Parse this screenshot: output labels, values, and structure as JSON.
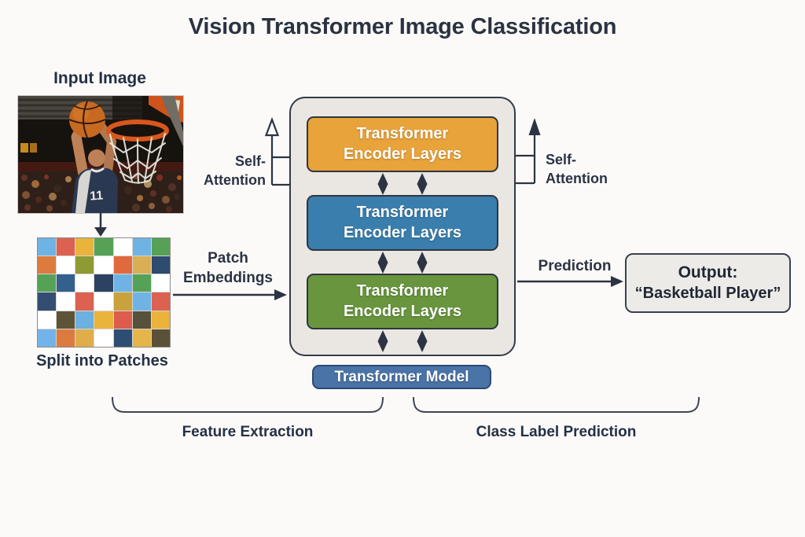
{
  "title": "Vision Transformer Image Classification",
  "input_image": {
    "label": "Input Image",
    "description": "basketball player dunking into hoop",
    "jersey_number": "11"
  },
  "patches": {
    "label": "Split into Patches",
    "grid_rows": [
      [
        "#6fb3e4",
        "#dd6150",
        "#e9b33c",
        "#55a257",
        "#ffffff",
        "#6fb3e4",
        "#55a257"
      ],
      [
        "#dd7b3e",
        "#ffffff",
        "#8f9a33",
        "#ffffff",
        "#e06a3e",
        "#d9ae55",
        "#2e4b70"
      ],
      [
        "#55a257",
        "#33618e",
        "#ffffff",
        "#2b4263",
        "#6fb3e4",
        "#55a257",
        "#ffffff"
      ],
      [
        "#344d73",
        "#ffffff",
        "#dd6150",
        "#ffffff",
        "#c9a23c",
        "#6fb3e4",
        "#dd6150"
      ],
      [
        "#ffffff",
        "#5c5339",
        "#6bb0de",
        "#e9b33c",
        "#dd5c4b",
        "#57503a",
        "#e9b33c"
      ],
      [
        "#74b3ea",
        "#dd7a3e",
        "#dfad4a",
        "#ffffff",
        "#2e4d73",
        "#e6b54a",
        "#5a5138"
      ]
    ]
  },
  "flow_labels": {
    "patch_embeddings": "Patch\nEmbeddings",
    "self_attention_left": "Self-\nAttention",
    "self_attention_right": "Self-\nAttention",
    "prediction": "Prediction"
  },
  "model": {
    "label": "Transformer Model",
    "layers": [
      {
        "label": "Transformer\nEncoder Layers",
        "color": "#e8a33b"
      },
      {
        "label": "Transformer\nEncoder Layers",
        "color": "#3a7ead"
      },
      {
        "label": "Transformer\nEncoder Layers",
        "color": "#68953e"
      }
    ]
  },
  "output": {
    "line1": "Output:",
    "line2": "“Basketball Player”"
  },
  "stages": {
    "feature_extraction": "Feature Extraction",
    "class_label_prediction": "Class Label Prediction"
  },
  "colors": {
    "background": "#fbfaf9",
    "text": "#2b3342",
    "arrow": "#2c3342",
    "container_fill": "#eae7e3",
    "container_border": "#343b47",
    "layer_orange": "#e8a33b",
    "layer_blue": "#3a7ead",
    "layer_green": "#68953e",
    "pill_fill": "#4a73a7",
    "output_fill": "#edebe7"
  }
}
